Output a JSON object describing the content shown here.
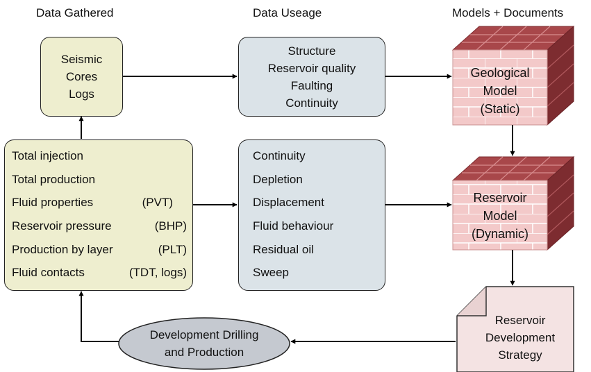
{
  "headers": {
    "data_gathered": "Data Gathered",
    "data_useage": "Data Useage",
    "models_documents": "Models + Documents"
  },
  "top_left_box": {
    "lines": [
      "Seismic",
      "Cores",
      "Logs"
    ]
  },
  "top_mid_box": {
    "lines": [
      "Structure",
      "Reservoir quality",
      "Faulting",
      "Continuity"
    ]
  },
  "mid_left_box": {
    "rows": [
      {
        "text": "Total injection",
        "tag": ""
      },
      {
        "text": "Total production",
        "tag": ""
      },
      {
        "text": "Fluid properties",
        "tag": "(PVT)"
      },
      {
        "text": "Reservoir pressure",
        "tag": "(BHP)"
      },
      {
        "text": "Production by layer",
        "tag": "(PLT)"
      },
      {
        "text": "Fluid contacts",
        "tag": "(TDT, logs)"
      }
    ]
  },
  "mid_mid_box": {
    "lines": [
      "Continuity",
      "Depletion",
      "Displacement",
      "Fluid behaviour",
      "Residual oil",
      "Sweep"
    ]
  },
  "geological_model": {
    "lines": [
      "Geological",
      "Model",
      "(Static)"
    ]
  },
  "reservoir_model": {
    "lines": [
      "Reservoir",
      "Model",
      "(Dynamic)"
    ]
  },
  "strategy_doc": {
    "lines": [
      "Reservoir",
      "Development",
      "Strategy"
    ]
  },
  "drilling_ellipse": {
    "lines": [
      "Development Drilling",
      "and Production"
    ]
  },
  "colors": {
    "gathered_fill": "#eeeecf",
    "useage_fill": "#dbe3e8",
    "cube_front": "#f3c9c9",
    "cube_top": "#a8474a",
    "cube_side": "#7d2c30",
    "ellipse_fill": "#c5c9d0",
    "doc_fill": "#f4e3e3"
  }
}
